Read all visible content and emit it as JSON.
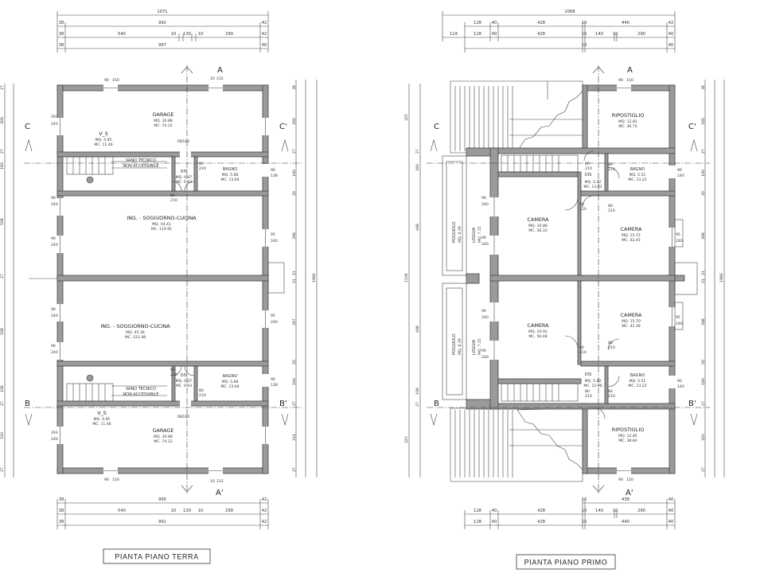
{
  "plans": [
    {
      "id": "terra",
      "title": "PIANTA PIANO TERRA",
      "top_dims": {
        "overall": "1071",
        "row2": [
          "38",
          "992",
          "42"
        ],
        "row3": [
          "38",
          "540",
          "10",
          "130",
          "10",
          "299",
          "42"
        ],
        "row4": [
          "38",
          "997",
          "40"
        ]
      },
      "bottom_dims": {
        "row1": [
          "38",
          "995",
          "42"
        ],
        "row2": [
          "38",
          "540",
          "10",
          "130",
          "10",
          "299",
          "42"
        ],
        "row3": [
          "38",
          "991",
          "42"
        ]
      },
      "left_dims": [
        "27",
        "309",
        "27",
        "180",
        "27",
        "508",
        "27",
        "27",
        "508",
        "27",
        "108",
        "27",
        "310",
        "27"
      ],
      "right_dims": [
        "38",
        "300",
        "27",
        "190",
        "20",
        "398",
        "21",
        "21",
        "397",
        "20",
        "190",
        "27",
        "314",
        "27"
      ],
      "right_total": "1986",
      "rooms": [
        {
          "name": "GARAGE",
          "mq": "MQ. 30.88",
          "mc": "MC. 74.12"
        },
        {
          "name": "V_S",
          "mq": "MQ. 4.95",
          "mc": "MC. 11.46"
        },
        {
          "name": "VANO TECNICO",
          "sub": "NON ACCESSIBILE"
        },
        {
          "name": "DIS",
          "mq": "MQ. 0.47",
          "mc": "MC. 0.93"
        },
        {
          "name": "BAGNO",
          "mq": "MQ. 5.68",
          "mc": "MC. 13.64"
        },
        {
          "name": "ING. - SOGGIORNO-CUCINA",
          "mq": "MQ. 44.41",
          "mc": "MC. 119.91"
        },
        {
          "name": "ING. - SOGGIORNO-CUCINA",
          "mq": "MQ. 45.36",
          "mc": "MC. 122.48"
        },
        {
          "name": "DIS",
          "mq": "MQ. 0.47",
          "mc": "MC. 0.93"
        },
        {
          "name": "BAGNO",
          "mq": "MQ. 5.68",
          "mc": "MC. 13.64"
        },
        {
          "name": "VANO TECNICO",
          "sub": "NON ACCESSIBILE"
        },
        {
          "name": "V_S",
          "mq": "MQ. 4.95",
          "mc": "MC. 11.46"
        },
        {
          "name": "GARAGE",
          "mq": "MQ. 30.88",
          "mc": "MC. 74.12"
        }
      ],
      "window_labels": {
        "w90": "90",
        "h240": "240",
        "h150": "150",
        "w80": "80",
        "h210": "210",
        "w95": "95",
        "h138": "138",
        "w293": "293",
        "door": "RB160",
        "w10": "10",
        "w232": "232"
      }
    },
    {
      "id": "primo",
      "title": "PIANTA PIANO PRIMO",
      "top_dims": {
        "overall": "1068",
        "row2": [
          "128",
          "40",
          "428",
          "10",
          "440",
          "42"
        ],
        "row3": [
          "124",
          "128",
          "40",
          "428",
          "10",
          "140",
          "10",
          "290",
          "40"
        ],
        "row4": [
          "10",
          "40"
        ]
      },
      "bottom_dims": {
        "row0": [
          "10",
          "438",
          "40"
        ],
        "row1": [
          "128",
          "40",
          "428",
          "10",
          "140",
          "10",
          "290",
          "40"
        ],
        "row2": [
          "128",
          "40",
          "428",
          "10",
          "440",
          "40"
        ]
      },
      "left_dims": [
        "325",
        "27",
        "180",
        "27",
        "498",
        "1336",
        "27",
        "498",
        "27",
        "108",
        "27",
        "325"
      ],
      "right_dims": [
        "38",
        "300",
        "27",
        "190",
        "20",
        "398",
        "21",
        "21",
        "398",
        "20",
        "190",
        "27",
        "303",
        "27"
      ],
      "right_total": "1986",
      "rooms": [
        {
          "name": "RIPOSTIGLIO",
          "mq": "MQ. 12.81",
          "mc": "MC. 30.75"
        },
        {
          "name": "DIS",
          "mq": "MQ. 5.42",
          "mc": "MC. 13.01"
        },
        {
          "name": "BAGNO",
          "mq": "MQ. 5.51",
          "mc": "MC. 13.22"
        },
        {
          "name": "CAMERA",
          "mq": "MQ. 20.86",
          "mc": "MC. 56.33"
        },
        {
          "name": "CAMERA",
          "mq": "MQ. 15.72",
          "mc": "MC. 42.45"
        },
        {
          "name": "POGGIOLO",
          "mq": "MQ. 6.39"
        },
        {
          "name": "LOGGIA",
          "mq": "MQ. 7.15"
        },
        {
          "name": "CAMERA",
          "mq": "MQ. 20.92",
          "mc": "MC. 56.48"
        },
        {
          "name": "CAMERA",
          "mq": "MQ. 15.70",
          "mc": "MC. 42.39"
        },
        {
          "name": "POGGIOLO",
          "mq": "MQ. 6.39"
        },
        {
          "name": "LOGGIA",
          "mq": "MQ. 7.15"
        },
        {
          "name": "DIS",
          "mq": "MQ. 5.40",
          "mc": "MC. 12.96"
        },
        {
          "name": "BAGNO",
          "mq": "MQ. 5.51",
          "mc": "MC. 13.22"
        },
        {
          "name": "RIPOSTIGLIO",
          "mq": "MQ. 12.85",
          "mc": "MC. 38.84"
        }
      ],
      "window_labels": {
        "w90": "90",
        "h240": "240",
        "h150": "150",
        "w80": "80",
        "h210": "210",
        "w95": "95",
        "h140": "140",
        "w10": "10"
      }
    }
  ],
  "section_marks": {
    "a": "A",
    "a_prime": "A'",
    "b": "B",
    "b_prime": "B'",
    "c": "C",
    "c_prime": "C'"
  }
}
